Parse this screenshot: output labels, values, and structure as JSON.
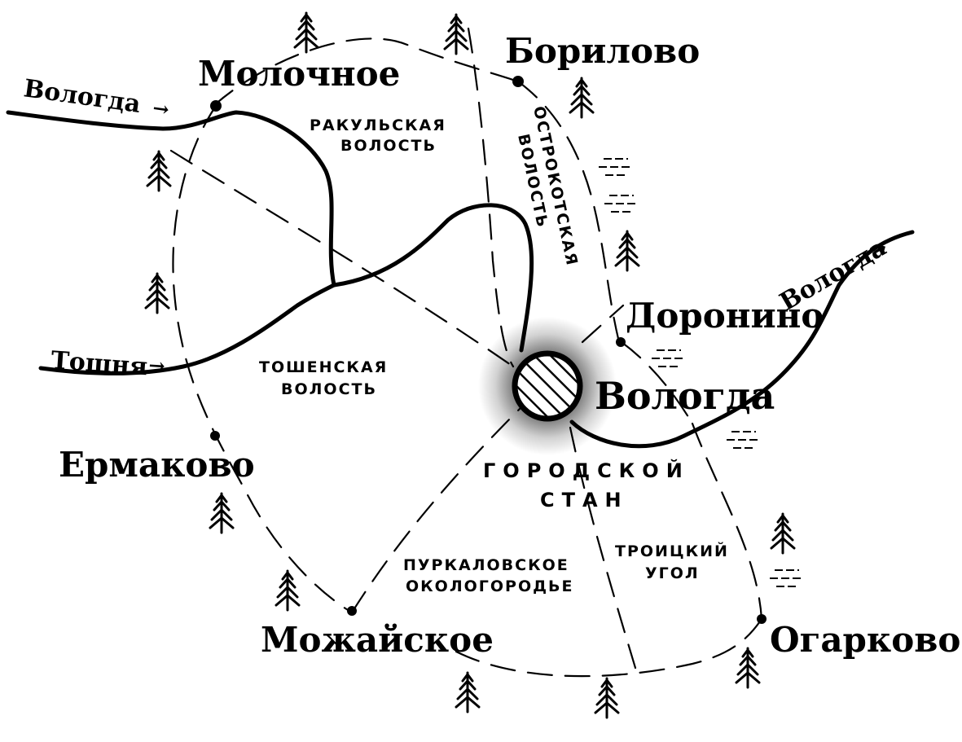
{
  "map": {
    "city": {
      "name": "Вологда",
      "icon": "hatched-circle-city-icon"
    },
    "villages": [
      {
        "id": "molochnoe",
        "name": "Молочное"
      },
      {
        "id": "borilovo",
        "name": "Борилово"
      },
      {
        "id": "doronino",
        "name": "Доронино"
      },
      {
        "id": "ermakovo",
        "name": "Ермаково"
      },
      {
        "id": "mozhayskoe",
        "name": "Можайское"
      },
      {
        "id": "ogarkovo",
        "name": "Огарково"
      }
    ],
    "regions": {
      "rakulskaya_line1": "РАКУЛЬСКАЯ",
      "rakulskaya_line2": "ВОЛОСТЬ",
      "ostrokotskaya_line1": "ОСТРОКОТСКАЯ",
      "ostrokotskaya_line2": "ВОЛОСТЬ",
      "toshenskaya_line1": "ТОШЕНСКАЯ",
      "toshenskaya_line2": "ВОЛОСТЬ",
      "gorodskoy_line1": "ГОРОДСКОЙ",
      "gorodskoy_line2": "СТАН",
      "purkalovskoe_line1": "ПУРКАЛОВСКОЕ",
      "purkalovskoe_line2": "ОКОЛОГОРОДЬЕ",
      "troitsky_line1": "ТРОИЦКИЙ",
      "troitsky_line2": "УГОЛ"
    },
    "rivers": {
      "vologda_west": "Вологда",
      "vologda_east": "Вологда",
      "toshnya": "Тошня"
    },
    "arrow_glyph": "→",
    "symbols": {
      "tree": "fir-tree-icon",
      "marsh": "marsh-lines-icon",
      "settlement": "village-dot-icon"
    }
  }
}
